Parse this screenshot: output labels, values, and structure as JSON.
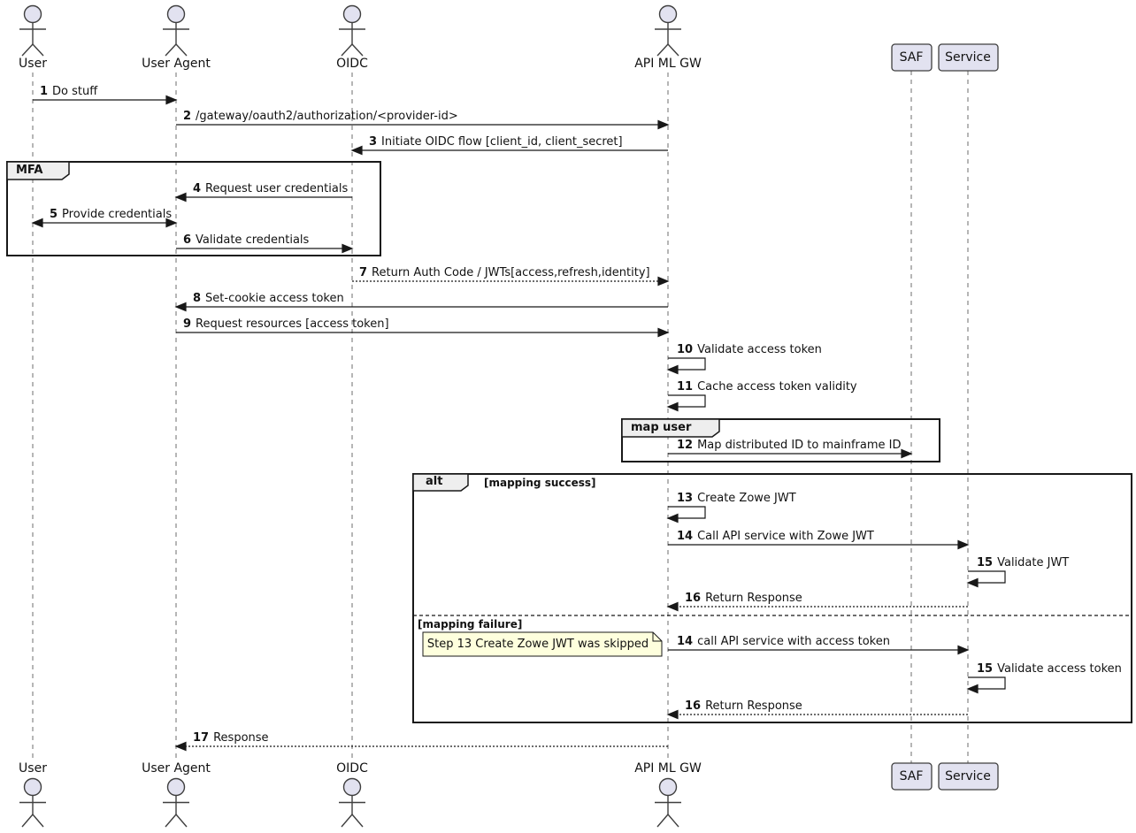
{
  "participants": [
    {
      "name": "User",
      "type": "actor"
    },
    {
      "name": "User Agent",
      "type": "actor"
    },
    {
      "name": "OIDC",
      "type": "actor"
    },
    {
      "name": "API ML GW",
      "type": "actor"
    },
    {
      "name": "SAF",
      "type": "participant"
    },
    {
      "name": "Service",
      "type": "participant"
    }
  ],
  "groups": {
    "mfa_label": "MFA",
    "map_user_label": "map user",
    "alt_label": "alt",
    "alt_guard_success": "[mapping success]",
    "alt_guard_failure": "[mapping failure]"
  },
  "note": {
    "text": "Step 13 Create Zowe JWT was skipped"
  },
  "messages": [
    {
      "num": "1",
      "text": "Do stuff"
    },
    {
      "num": "2",
      "text": "/gateway/oauth2/authorization/<provider-id>"
    },
    {
      "num": "3",
      "text": "Initiate OIDC flow [client_id, client_secret]"
    },
    {
      "num": "4",
      "text": "Request user credentials"
    },
    {
      "num": "5",
      "text": "Provide credentials"
    },
    {
      "num": "6",
      "text": "Validate credentials"
    },
    {
      "num": "7",
      "text": "Return Auth Code / JWTs[access,refresh,identity]"
    },
    {
      "num": "8",
      "text": "Set-cookie access token"
    },
    {
      "num": "9",
      "text": "Request resources [access token]"
    },
    {
      "num": "10",
      "text": "Validate access token"
    },
    {
      "num": "11",
      "text": "Cache access token validity"
    },
    {
      "num": "12",
      "text": "Map distributed ID to mainframe ID"
    },
    {
      "num": "13",
      "text": "Create Zowe JWT"
    },
    {
      "num": "14",
      "text": "Call API service with Zowe JWT"
    },
    {
      "num": "15",
      "text": "Validate JWT"
    },
    {
      "num": "16",
      "text": "Return Response"
    },
    {
      "num": "14",
      "text": "call API service with access token"
    },
    {
      "num": "15",
      "text": "Validate access token"
    },
    {
      "num": "16",
      "text": "Return Response"
    },
    {
      "num": "17",
      "text": "Response"
    }
  ],
  "colors": {
    "participant_fill": "#E2E2F0",
    "note_fill": "#FEFFDD",
    "group_header_fill": "#EEEEEE",
    "line": "#181818",
    "lifeline": "#6E6E6E"
  }
}
